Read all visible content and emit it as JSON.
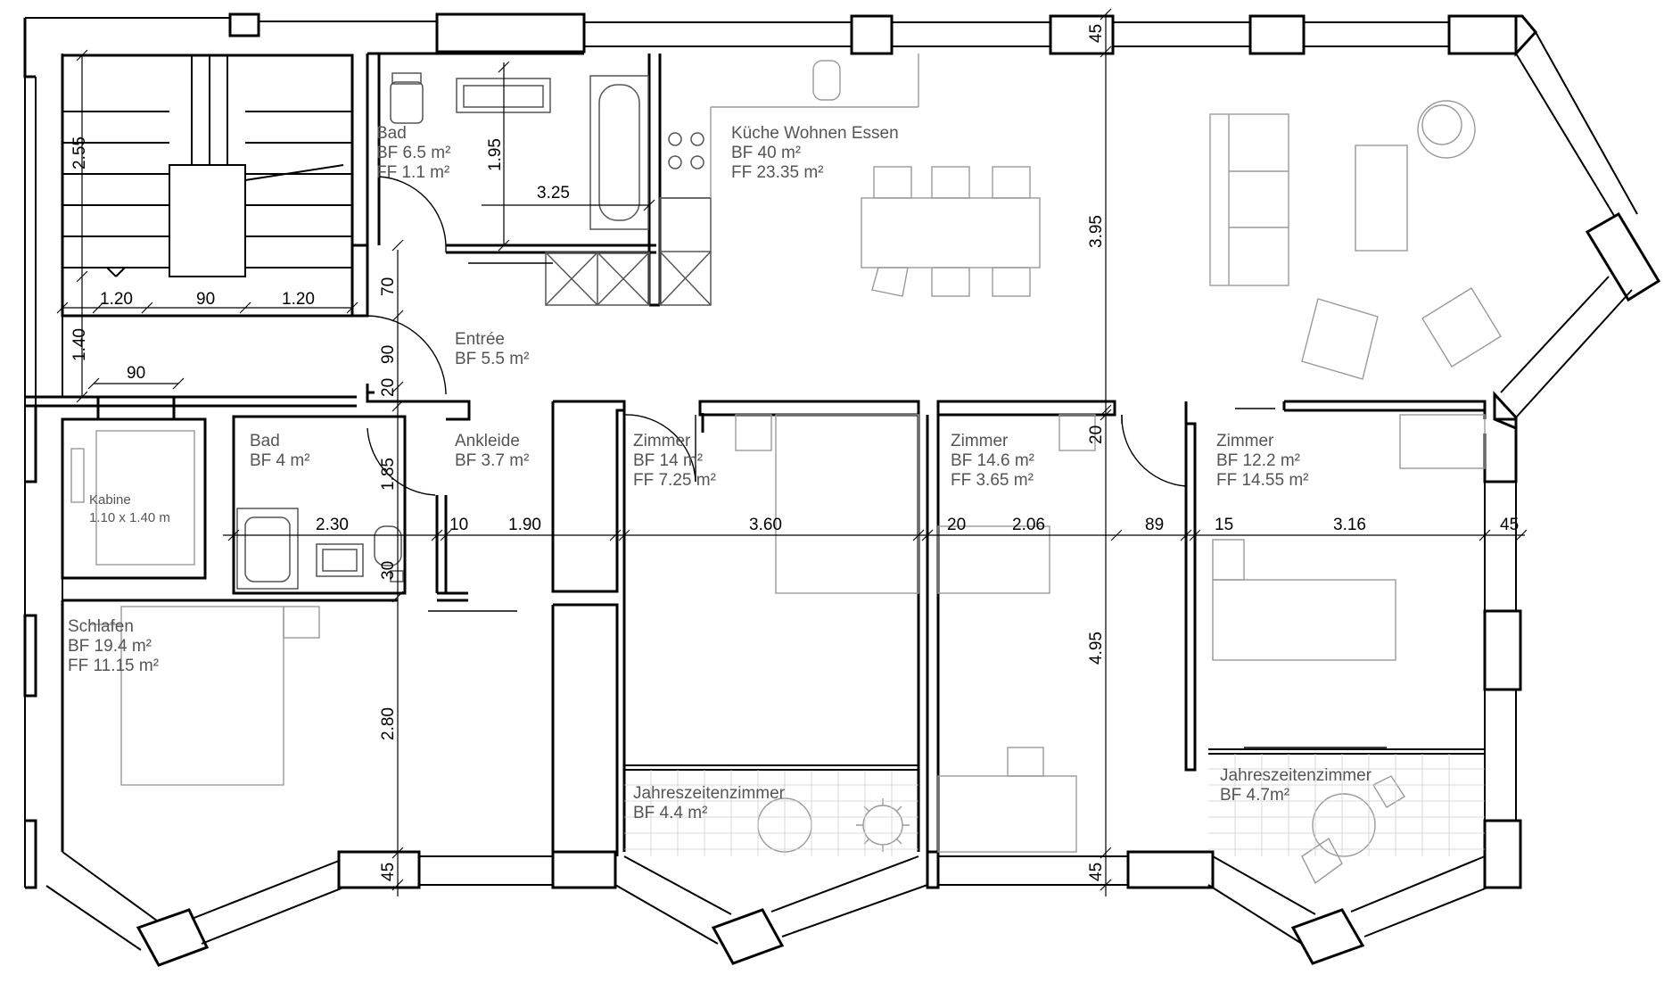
{
  "rooms": {
    "bad1": {
      "name": "Bad",
      "bf": "BF 6.5 m²",
      "ff": "FF 1.1 m²"
    },
    "kueche": {
      "name": "Küche Wohnen Essen",
      "bf": "BF 40 m²",
      "ff": "FF 23.35 m²"
    },
    "entree": {
      "name": "Entrée",
      "bf": "BF 5.5 m²"
    },
    "bad2": {
      "name": "Bad",
      "bf": "BF 4 m²"
    },
    "ankleide": {
      "name": "Ankleide",
      "bf": "BF 3.7 m²"
    },
    "kabine": {
      "name": "Kabine",
      "size": "1.10 x 1.40 m"
    },
    "zimmer1": {
      "name": "Zimmer",
      "bf": "BF 14 m²",
      "ff": "FF 7.25 m²"
    },
    "zimmer2": {
      "name": "Zimmer",
      "bf": "BF 14.6 m²",
      "ff": "FF 3.65 m²"
    },
    "zimmer3": {
      "name": "Zimmer",
      "bf": "BF 12.2 m²",
      "ff": "FF 14.55 m²"
    },
    "schlafen": {
      "name": "Schlafen",
      "bf": "BF 19.4 m²",
      "ff": "FF 11.15 m²"
    },
    "jahres1": {
      "name": "Jahreszeitenzimmer",
      "bf": "BF 4.4 m²"
    },
    "jahres2": {
      "name": "Jahreszeitenzimmer",
      "bf": "BF 4.7m²"
    }
  },
  "dimensions": {
    "stair_height": "2.55",
    "stair_w1": "1.20",
    "stair_w2": "90",
    "stair_w3": "1.20",
    "stair_lower": "1.40",
    "stair_land": "90",
    "bad_h": "1.95",
    "bad_w": "3.25",
    "door_70": "70",
    "door_90": "90",
    "wall_20a": "20",
    "ankleide_h": "1.85",
    "bad2_w": "2.30",
    "wall_10": "10",
    "ankleide_w": "1.90",
    "zimmer1_w": "3.60",
    "wall_20b": "20",
    "zimmer2_w": "2.06",
    "flur_w": "89",
    "wall_15": "15",
    "zimmer3_w": "3.16",
    "wall_45r": "45",
    "bad2_30": "30",
    "schlafen_h": "2.80",
    "wall_45b1": "45",
    "kitchen_h": "3.95",
    "wall_45t": "45",
    "wall_20c": "20",
    "rooms_h": "4.95",
    "wall_45b2": "45"
  },
  "colors": {
    "wall": "#000000",
    "furniture": "#9a9a9a",
    "text": "#555555"
  }
}
